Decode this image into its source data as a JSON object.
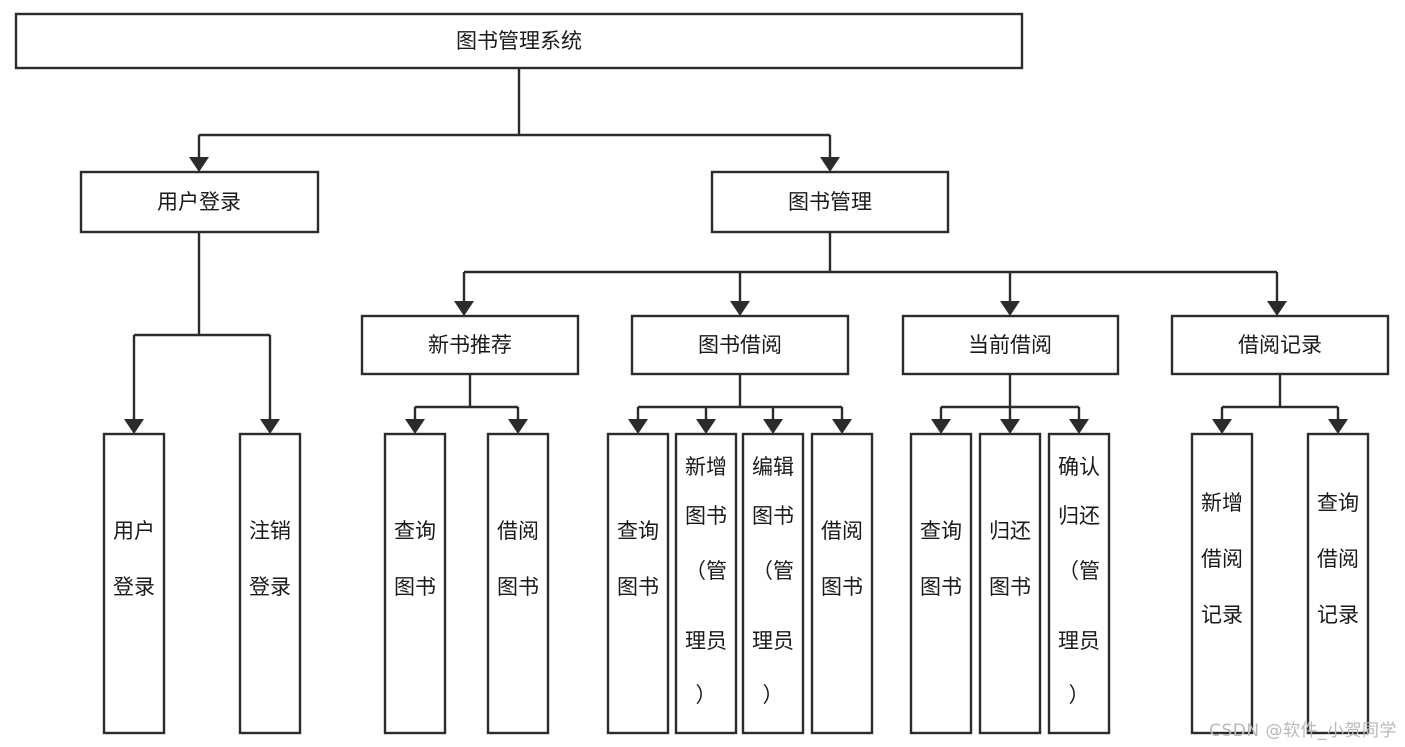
{
  "diagram": {
    "title": "图书管理系统",
    "type": "tree-hierarchy-diagram",
    "watermark": "CSDN @软件_小贺同学",
    "colors": {
      "background": "#ffffff",
      "box_fill": "#ffffff",
      "box_stroke": "#2b2b2b",
      "text": "#1a1a1a",
      "watermark": "#b9b9b9"
    },
    "root": {
      "label": "图书管理系统",
      "orientation": "horizontal"
    },
    "level2": [
      {
        "id": "user-login",
        "label": "用户登录",
        "orientation": "horizontal"
      },
      {
        "id": "book-manage",
        "label": "图书管理",
        "orientation": "horizontal"
      }
    ],
    "level3": [
      {
        "id": "new-book-recommend",
        "label": "新书推荐",
        "parent": "book-manage",
        "orientation": "horizontal"
      },
      {
        "id": "book-borrow",
        "label": "图书借阅",
        "parent": "book-manage",
        "orientation": "horizontal"
      },
      {
        "id": "current-borrow",
        "label": "当前借阅",
        "parent": "book-manage",
        "orientation": "horizontal"
      },
      {
        "id": "borrow-record",
        "label": "借阅记录",
        "parent": "book-manage",
        "orientation": "horizontal"
      }
    ],
    "leaves": [
      {
        "id": "leaf-user-login",
        "parent": "user-login",
        "lines": [
          "用户",
          "登录"
        ],
        "orientation": "vertical"
      },
      {
        "id": "leaf-logout-login",
        "parent": "user-login",
        "lines": [
          "注销",
          "登录"
        ],
        "orientation": "vertical"
      },
      {
        "id": "leaf-query-book-1",
        "parent": "new-book-recommend",
        "lines": [
          "查询",
          "图书"
        ],
        "orientation": "vertical"
      },
      {
        "id": "leaf-borrow-book-1",
        "parent": "new-book-recommend",
        "lines": [
          "借阅",
          "图书"
        ],
        "orientation": "vertical"
      },
      {
        "id": "leaf-query-book-2",
        "parent": "book-borrow",
        "lines": [
          "查询",
          "图书"
        ],
        "orientation": "vertical"
      },
      {
        "id": "leaf-add-book",
        "parent": "book-borrow",
        "lines": [
          "新增",
          "图书",
          "（管",
          "理员",
          "）"
        ],
        "orientation": "vertical"
      },
      {
        "id": "leaf-edit-book",
        "parent": "book-borrow",
        "lines": [
          "编辑",
          "图书",
          "（管",
          "理员",
          "）"
        ],
        "orientation": "vertical"
      },
      {
        "id": "leaf-borrow-book-2",
        "parent": "book-borrow",
        "lines": [
          "借阅",
          "图书"
        ],
        "orientation": "vertical"
      },
      {
        "id": "leaf-query-book-3",
        "parent": "current-borrow",
        "lines": [
          "查询",
          "图书"
        ],
        "orientation": "vertical"
      },
      {
        "id": "leaf-return-book",
        "parent": "current-borrow",
        "lines": [
          "归还",
          "图书"
        ],
        "orientation": "vertical"
      },
      {
        "id": "leaf-confirm-return",
        "parent": "current-borrow",
        "lines": [
          "确认",
          "归还",
          "（管",
          "理员",
          "）"
        ],
        "orientation": "vertical"
      },
      {
        "id": "leaf-add-record",
        "parent": "borrow-record",
        "lines": [
          "新增",
          "借阅",
          "记录"
        ],
        "orientation": "vertical"
      },
      {
        "id": "leaf-query-record",
        "parent": "borrow-record",
        "lines": [
          "查询",
          "借阅",
          "记录"
        ],
        "orientation": "vertical"
      }
    ]
  }
}
